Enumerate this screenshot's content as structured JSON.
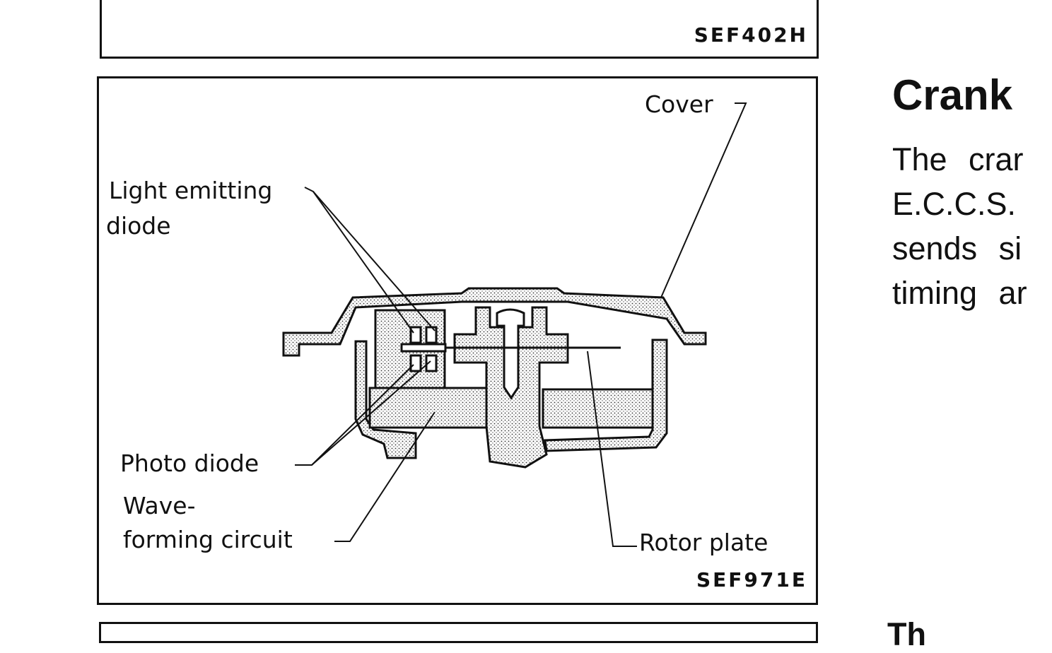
{
  "top_figure": {
    "code": "SEF402H",
    "cut_text": "( + ⌐ ⌐"
  },
  "main_figure": {
    "code": "SEF971E",
    "labels": {
      "cover": "Cover",
      "led_line1": "Light emitting",
      "led_line2": "diode",
      "photo_diode": "Photo diode",
      "wave_line1": "Wave-",
      "wave_line2": "forming circuit",
      "rotor_plate": "Rotor plate"
    }
  },
  "side_text": {
    "heading": "Crank",
    "lines": [
      "The  crar",
      "E.C.C.S.",
      "sends  si",
      "timing ar"
    ],
    "bottom_partial": "Th"
  }
}
